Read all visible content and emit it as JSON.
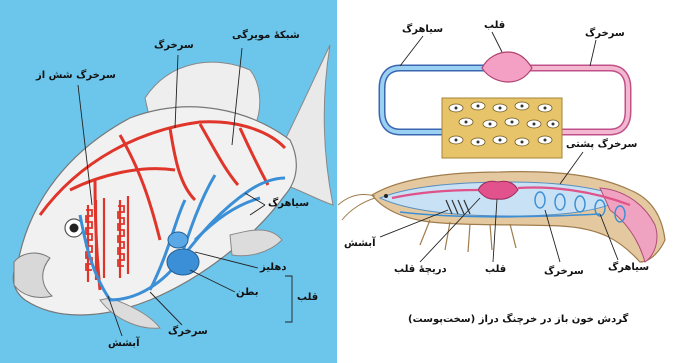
{
  "fish": {
    "labels": {
      "vein_top": "سرخرگ",
      "capillary": "شبکهٔ مویرگی",
      "gill_artery": "سرخرگ شش‌ از",
      "vein_right": "سیاهرگ",
      "atrium": "دهلیز",
      "ventricle": "بطن",
      "heart": "قلب",
      "artery_bottom": "سرخرگ",
      "gills": "آبشش"
    }
  },
  "crayfish": {
    "top_labels": {
      "vein": "سیاهرگ",
      "heart": "قلب",
      "artery": "سرخرگ"
    },
    "body_labels": {
      "dorsal_artery": "سرخرگ پشتی",
      "gills": "آبشش",
      "heart_valve": "دریچهٔ قلب",
      "heart": "قلب",
      "artery": "سرخرگ",
      "vein": "سیاهرگ"
    },
    "caption": "گردش خون باز در خرچنگ دراز (سخت‌پوست)"
  },
  "colors": {
    "artery": "#e0352a",
    "vein": "#3b8fd6",
    "background_left": "#6cc6ec"
  }
}
